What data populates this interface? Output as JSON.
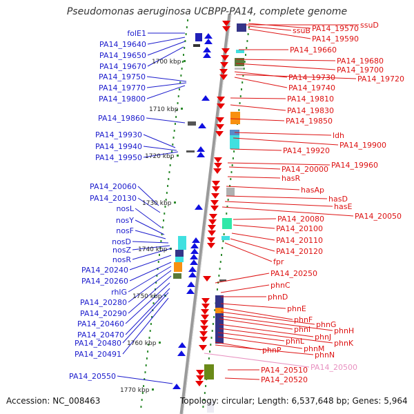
{
  "title": "Pseudomonas aeruginosa UCBPP-PA14, complete genome",
  "footer": {
    "accession": "Accession: NC_008463",
    "summary": "Topology: circular; Length: 6,537,648 bp; Genes: 5,964"
  },
  "colors": {
    "left_labels": "#1a1acc",
    "right_labels": "#dd1111",
    "pink_label": "#e890c0",
    "backbone": "#9a9a9a",
    "tick_dots": "#2e8b2e"
  },
  "scale_labels": [
    "1700 kbp",
    "1710 kbp",
    "1720 kbp",
    "1730 kbp",
    "1740 kbp",
    "1750 kbp",
    "1760 kbp",
    "1770 kbp"
  ],
  "left_genes": [
    "folE1",
    "PA14_19640",
    "PA14_19650",
    "PA14_19670",
    "PA14_19750",
    "PA14_19770",
    "PA14_19800",
    "PA14_19860",
    "PA14_19930",
    "PA14_19940",
    "PA14_19950",
    "PA14_20060",
    "PA14_20130",
    "nosL",
    "nosY",
    "nosF",
    "nosD",
    "nosZ",
    "nosR",
    "PA14_20240",
    "PA14_20260",
    "rhlG",
    "PA14_20280",
    "PA14_20290",
    "PA14_20460",
    "PA14_20470",
    "PA14_20480",
    "PA14_20491",
    "PA14_20550"
  ],
  "right_genes": [
    "ssuD",
    "PA14_19570",
    "ssuB",
    "PA14_19590",
    "PA14_19660",
    "PA14_19680",
    "PA14_19700",
    "PA14_19730",
    "PA14_19720",
    "PA14_19740",
    "PA14_19810",
    "PA14_19830",
    "PA14_19850",
    "ldh",
    "PA14_19900",
    "PA14_19920",
    "PA14_19960",
    "PA14_20000",
    "hasR",
    "hasAp",
    "hasD",
    "hasE",
    "PA14_20050",
    "PA14_20080",
    "PA14_20100",
    "PA14_20110",
    "PA14_20120",
    "fpr",
    "PA14_20250",
    "phnC",
    "phnD",
    "phnE",
    "phnF",
    "phnG",
    "phnH",
    "phnI",
    "phnJ",
    "phnK",
    "phnL",
    "phnM",
    "phnP",
    "phnN",
    "PA14_20500",
    "PA14_20510",
    "PA14_20520"
  ]
}
